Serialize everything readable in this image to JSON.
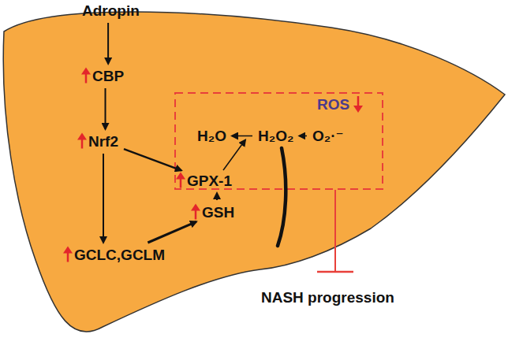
{
  "diagram": {
    "nodes": [
      {
        "text": [
          "Adropin"
        ]
      },
      {
        "text": [
          "CBP"
        ]
      },
      {
        "text": [
          "Nrf2"
        ]
      },
      {
        "text": [
          "GCLC,GCLM"
        ]
      },
      {
        "text": [
          "GSH"
        ]
      },
      {
        "text": [
          "GPX-1"
        ]
      },
      {
        "text": [
          "H₂O"
        ]
      },
      {
        "text": [
          "H₂O₂"
        ]
      },
      {
        "text": [
          "O₂·⁻"
        ]
      }
    ],
    "edges": [
      {
        "from": 0,
        "to": 1,
        "arrow": "to"
      },
      {
        "from": 1,
        "to": 2,
        "arrow": "to"
      },
      {
        "from": 2,
        "to": 5,
        "arrow": "to"
      },
      {
        "from": 2,
        "to": 3,
        "arrow": "to"
      },
      {
        "from": 3,
        "to": 4,
        "arrow": "to"
      },
      {
        "from": 4,
        "to": 5,
        "arrow": "to"
      },
      {
        "from": 7,
        "to": 6,
        "arrow": "to"
      },
      {
        "from": 8,
        "to": 7,
        "arrow": "to"
      }
    ],
    "labels": [
      "ROS",
      "NASH progression"
    ]
  }
}
